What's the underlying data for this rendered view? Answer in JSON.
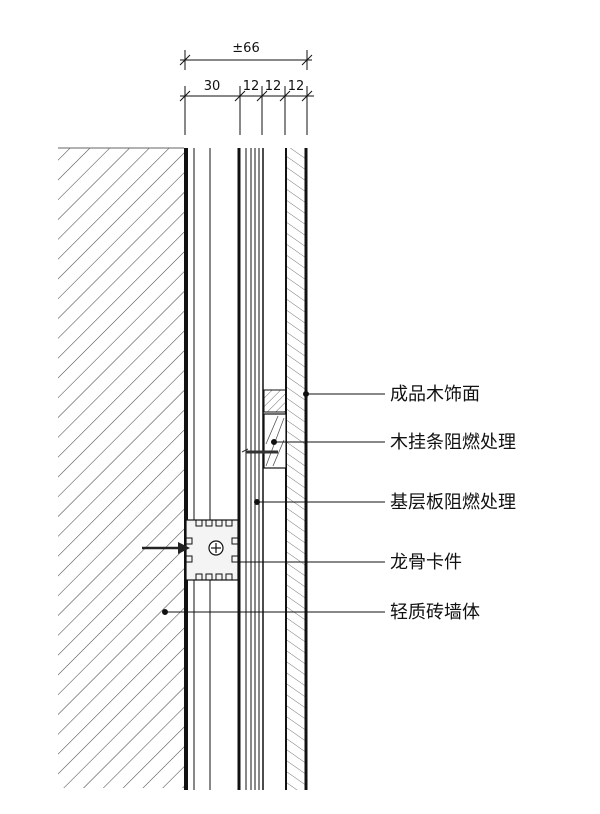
{
  "dimensions": {
    "total": "±66",
    "segments": [
      "30",
      "12",
      "12",
      "12"
    ]
  },
  "labels": [
    "成品木饰面",
    "木挂条阻燃处理",
    "基层板阻燃处理",
    "龙骨卡件",
    "轻质砖墙体"
  ],
  "colors": {
    "line": "#111111",
    "hatch": "#4a4a4a",
    "background": "#ffffff"
  }
}
